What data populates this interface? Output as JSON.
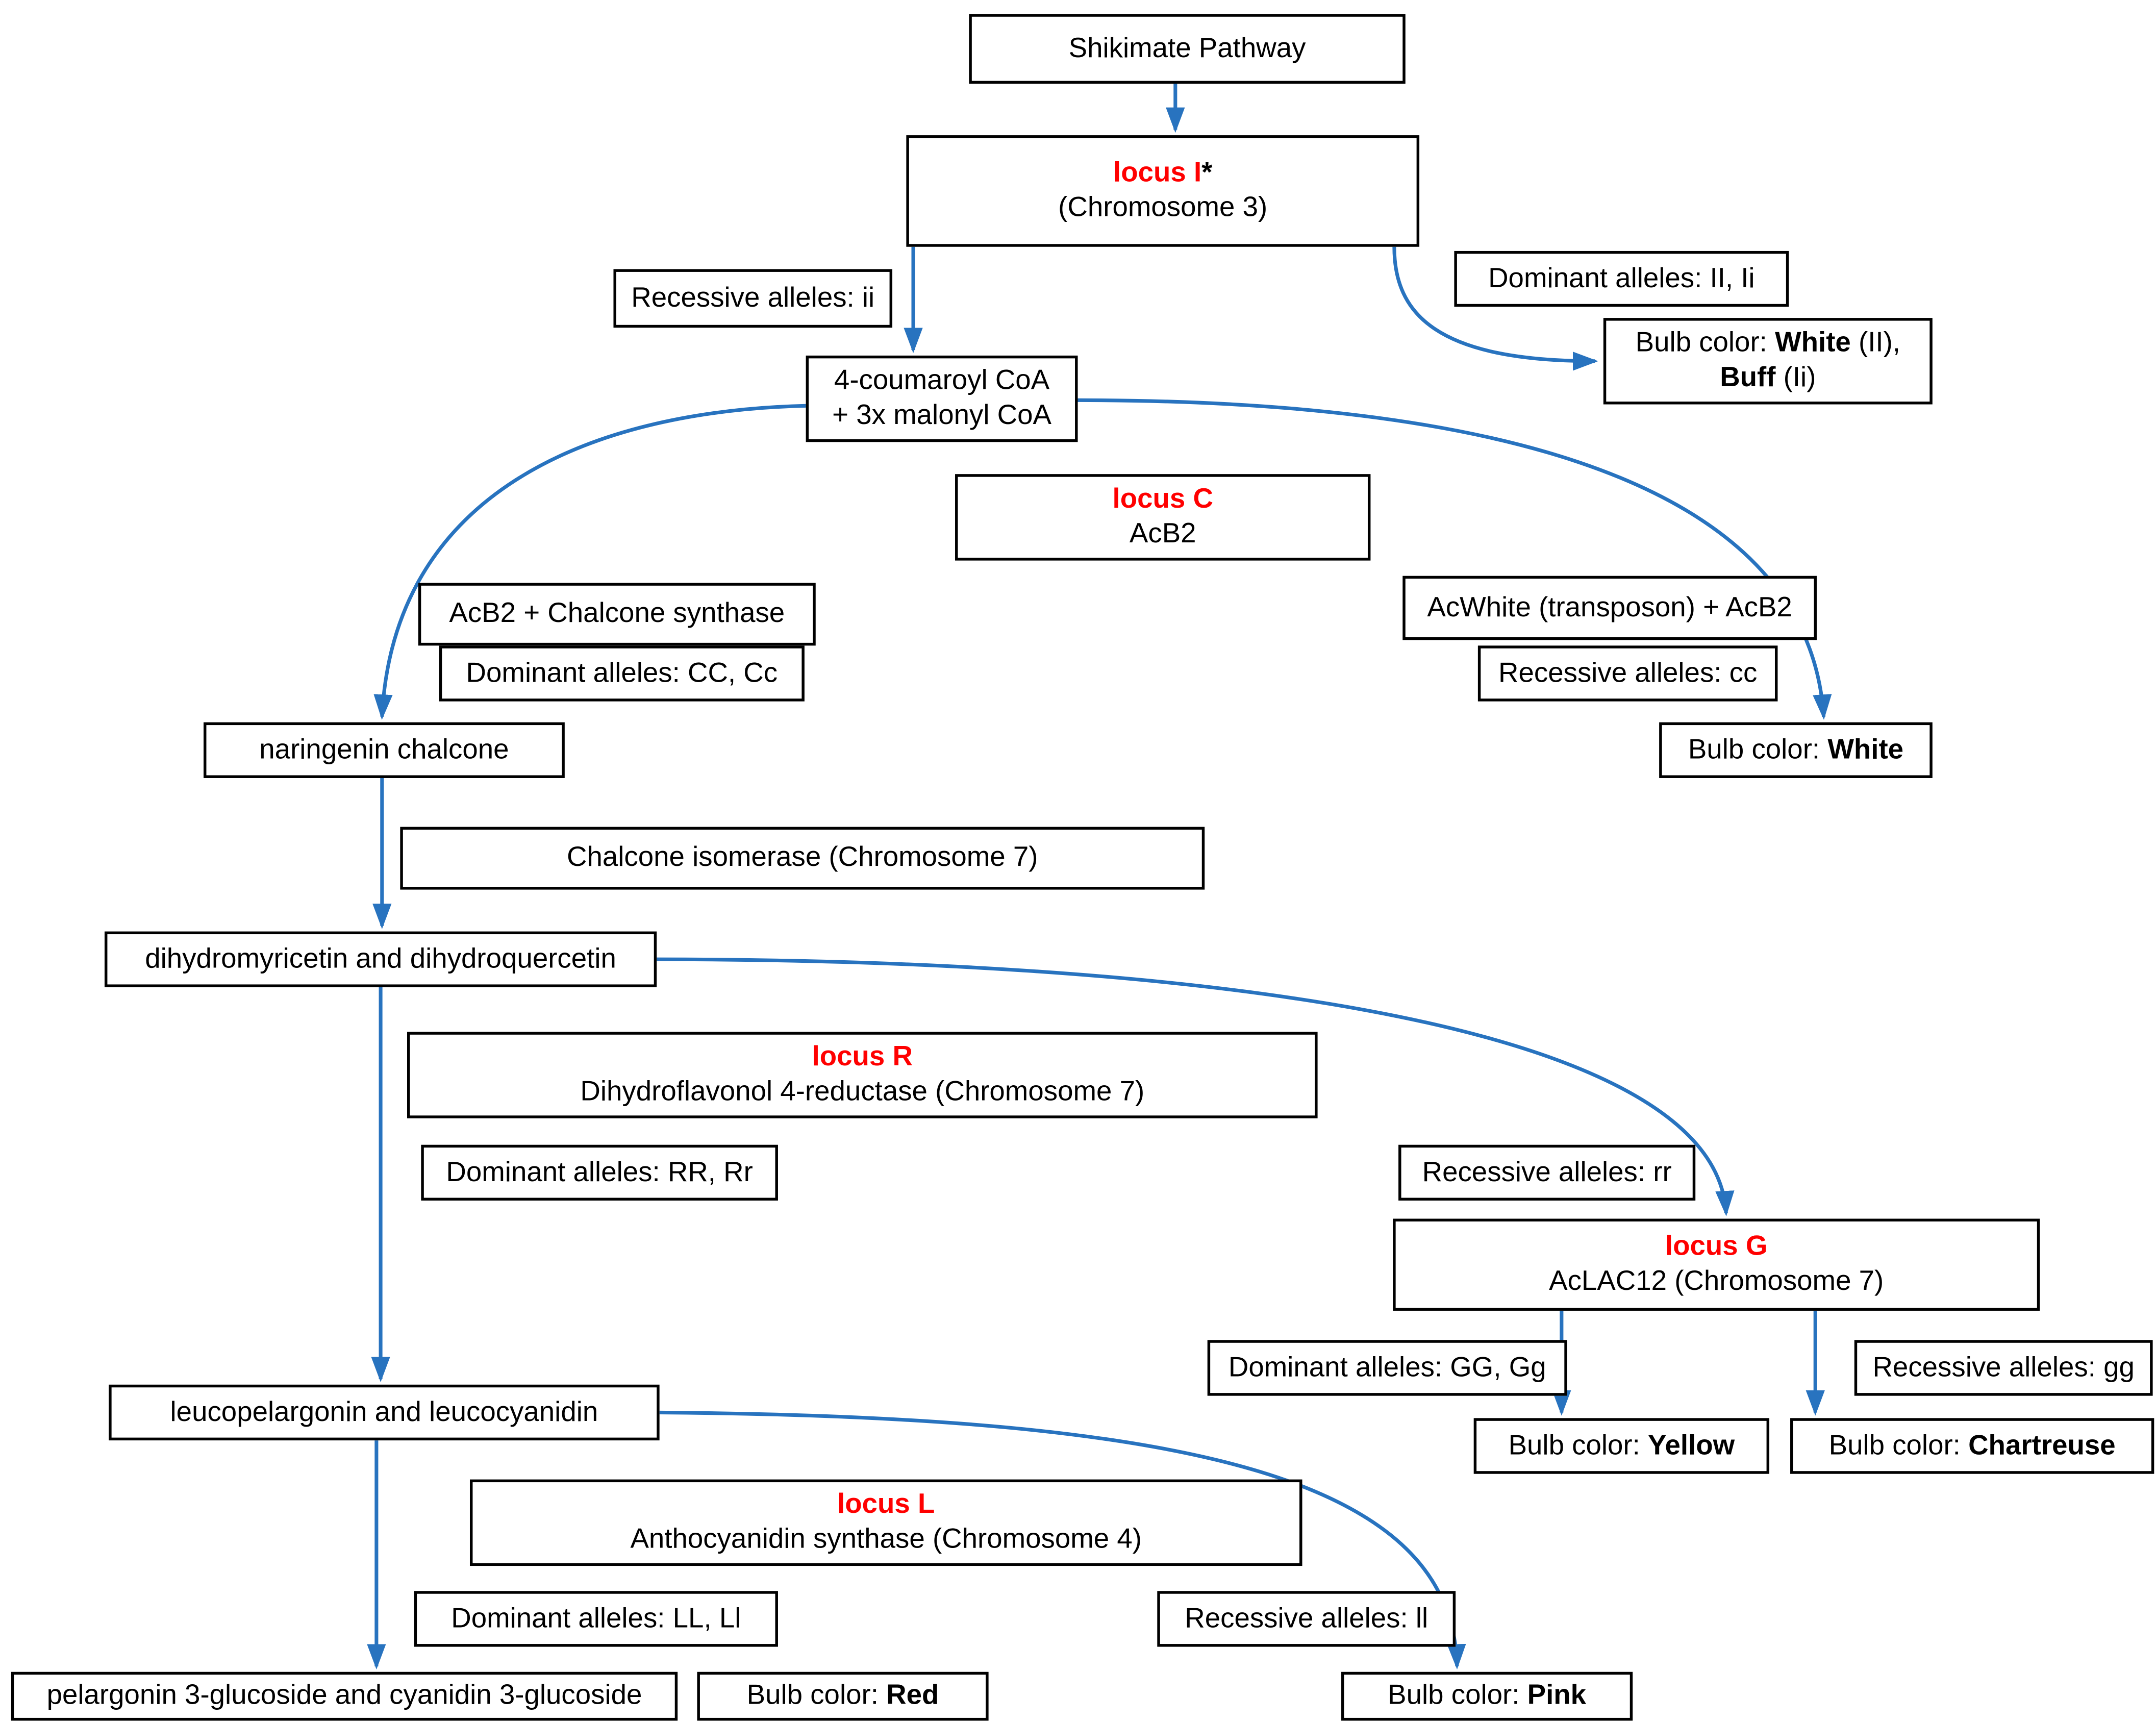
{
  "diagram_title": "Onion bulb color biosynthesis pathway flowchart",
  "colors": {
    "arrow_blue": "#2873BF",
    "locus_red": "#FF0000",
    "box_border": "#000000",
    "background": "#FFFFFF"
  },
  "nodes": {
    "shikimate": {
      "label": "Shikimate Pathway"
    },
    "locus_i": {
      "title": "locus I",
      "asterisk": "*",
      "subtitle": "(Chromosome 3)"
    },
    "recessive_ii": {
      "label": "Recessive alleles: ii"
    },
    "dominant_ii": {
      "label": "Dominant alleles: II, Ii"
    },
    "bulb_white_buff": {
      "prefix": "Bulb color: ",
      "white": "White",
      "mid": " (II),",
      "buff": "Buff",
      "suffix": " (Ii)"
    },
    "coumaroyl": {
      "line1": "4-coumaroyl CoA",
      "line2": "+ 3x malonyl CoA"
    },
    "locus_c": {
      "title": "locus C",
      "subtitle": "AcB2"
    },
    "acb2_chalcone": {
      "label": "AcB2 + Chalcone synthase"
    },
    "dominant_cc": {
      "label": "Dominant alleles: CC, Cc"
    },
    "acwhite": {
      "label": "AcWhite (transposon) + AcB2"
    },
    "recessive_cc": {
      "label": "Recessive alleles: cc"
    },
    "bulb_white": {
      "prefix": "Bulb color: ",
      "value": "White"
    },
    "naringenin": {
      "label": "naringenin chalcone"
    },
    "chalcone_isomerase": {
      "label": "Chalcone isomerase (Chromosome 7)"
    },
    "dihydro": {
      "label": "dihydromyricetin and dihydroquercetin"
    },
    "locus_r": {
      "title": "locus R",
      "subtitle": "Dihydroflavonol 4-reductase (Chromosome 7)"
    },
    "dominant_rr": {
      "label": "Dominant alleles: RR, Rr"
    },
    "recessive_rr": {
      "label": "Recessive alleles: rr"
    },
    "locus_g": {
      "title": "locus G",
      "subtitle": "AcLAC12 (Chromosome 7)"
    },
    "dominant_gg": {
      "label": "Dominant alleles: GG, Gg"
    },
    "recessive_gg": {
      "label": "Recessive alleles: gg"
    },
    "bulb_yellow": {
      "prefix": "Bulb color: ",
      "value": "Yellow"
    },
    "bulb_chartreuse": {
      "prefix": "Bulb color: ",
      "value": "Chartreuse"
    },
    "leuco": {
      "label": "leucopelargonin and leucocyanidin"
    },
    "locus_l": {
      "title": "locus L",
      "subtitle": "Anthocyanidin synthase (Chromosome 4)"
    },
    "dominant_ll": {
      "label": "Dominant alleles: LL, Ll"
    },
    "recessive_ll": {
      "label": "Recessive alleles: ll"
    },
    "pelargonin": {
      "label": "pelargonin 3-glucoside and cyanidin 3-glucoside"
    },
    "bulb_red": {
      "prefix": "Bulb color: ",
      "value": "Red"
    },
    "bulb_pink": {
      "prefix": "Bulb color: ",
      "value": "Pink"
    }
  },
  "connectors": [
    {
      "from": "Shikimate Pathway",
      "to": "locus I* (Chromosome 3)"
    },
    {
      "from": "locus I* (Chromosome 3)",
      "to": "4-coumaroyl CoA + 3x malonyl CoA"
    },
    {
      "from": "locus I* (Chromosome 3)",
      "to": "Bulb color: White (II), Buff (Ii)"
    },
    {
      "from": "4-coumaroyl CoA + 3x malonyl CoA",
      "to": "naringenin chalcone"
    },
    {
      "from": "4-coumaroyl CoA + 3x malonyl CoA",
      "to": "Bulb color: White"
    },
    {
      "from": "naringenin chalcone",
      "to": "dihydromyricetin and dihydroquercetin"
    },
    {
      "from": "dihydromyricetin and dihydroquercetin",
      "to": "leucopelargonin and leucocyanidin"
    },
    {
      "from": "dihydromyricetin and dihydroquercetin",
      "to": "locus G AcLAC12 (Chromosome 7)"
    },
    {
      "from": "locus G AcLAC12 (Chromosome 7)",
      "to": "Bulb color: Yellow"
    },
    {
      "from": "locus G AcLAC12 (Chromosome 7)",
      "to": "Bulb color: Chartreuse"
    },
    {
      "from": "leucopelargonin and leucocyanidin",
      "to": "pelargonin 3-glucoside and cyanidin 3-glucoside"
    },
    {
      "from": "leucopelargonin and leucocyanidin",
      "to": "Bulb color: Pink"
    }
  ]
}
